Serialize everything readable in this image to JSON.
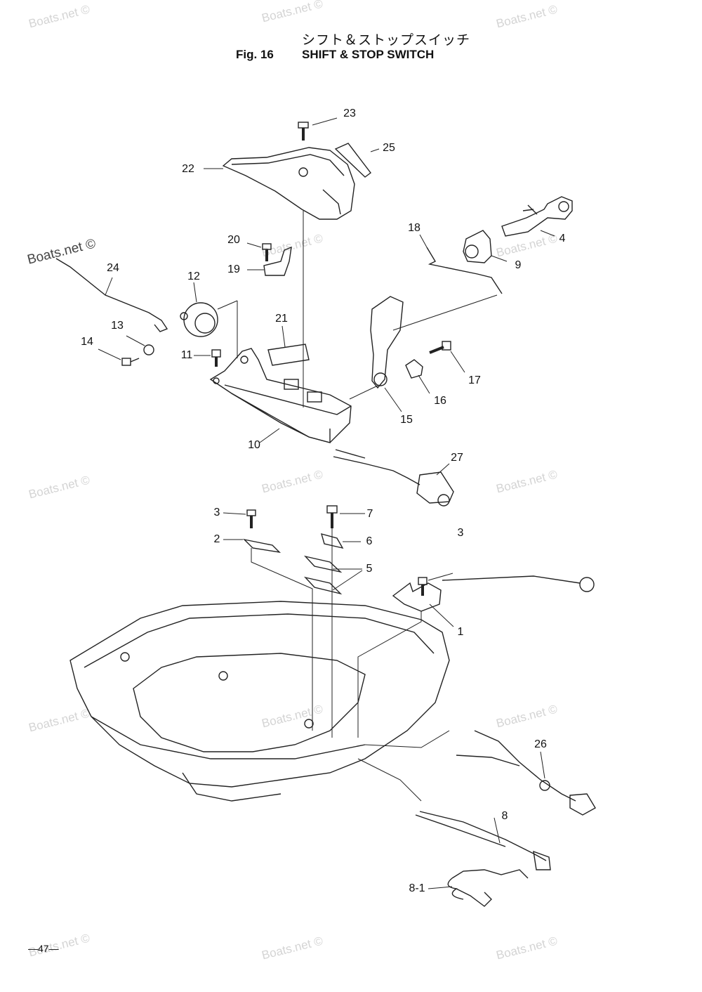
{
  "header": {
    "title_jp": "シフト＆ストップスイッチ",
    "fig_number": "Fig. 16",
    "title_en": "SHIFT & STOP SWITCH"
  },
  "footer": {
    "page_number": "—47—"
  },
  "watermark": {
    "text": "Boats.net ©"
  },
  "part_labels": [
    {
      "id": "23",
      "text": "23"
    },
    {
      "id": "25",
      "text": "25"
    },
    {
      "id": "22",
      "text": "22"
    },
    {
      "id": "18",
      "text": "18"
    },
    {
      "id": "4",
      "text": "4"
    },
    {
      "id": "9",
      "text": "9"
    },
    {
      "id": "20",
      "text": "20"
    },
    {
      "id": "19",
      "text": "19"
    },
    {
      "id": "24",
      "text": "24"
    },
    {
      "id": "12",
      "text": "12"
    },
    {
      "id": "21",
      "text": "21"
    },
    {
      "id": "13",
      "text": "13"
    },
    {
      "id": "14",
      "text": "14"
    },
    {
      "id": "11",
      "text": "11"
    },
    {
      "id": "17",
      "text": "17"
    },
    {
      "id": "16",
      "text": "16"
    },
    {
      "id": "15",
      "text": "15"
    },
    {
      "id": "10",
      "text": "10"
    },
    {
      "id": "27",
      "text": "27"
    },
    {
      "id": "3a",
      "text": "3"
    },
    {
      "id": "7",
      "text": "7"
    },
    {
      "id": "2",
      "text": "2"
    },
    {
      "id": "6",
      "text": "6"
    },
    {
      "id": "5",
      "text": "5"
    },
    {
      "id": "3b",
      "text": "3"
    },
    {
      "id": "1",
      "text": "1"
    },
    {
      "id": "26",
      "text": "26"
    },
    {
      "id": "8",
      "text": "8"
    },
    {
      "id": "8-1",
      "text": "8-1"
    }
  ]
}
